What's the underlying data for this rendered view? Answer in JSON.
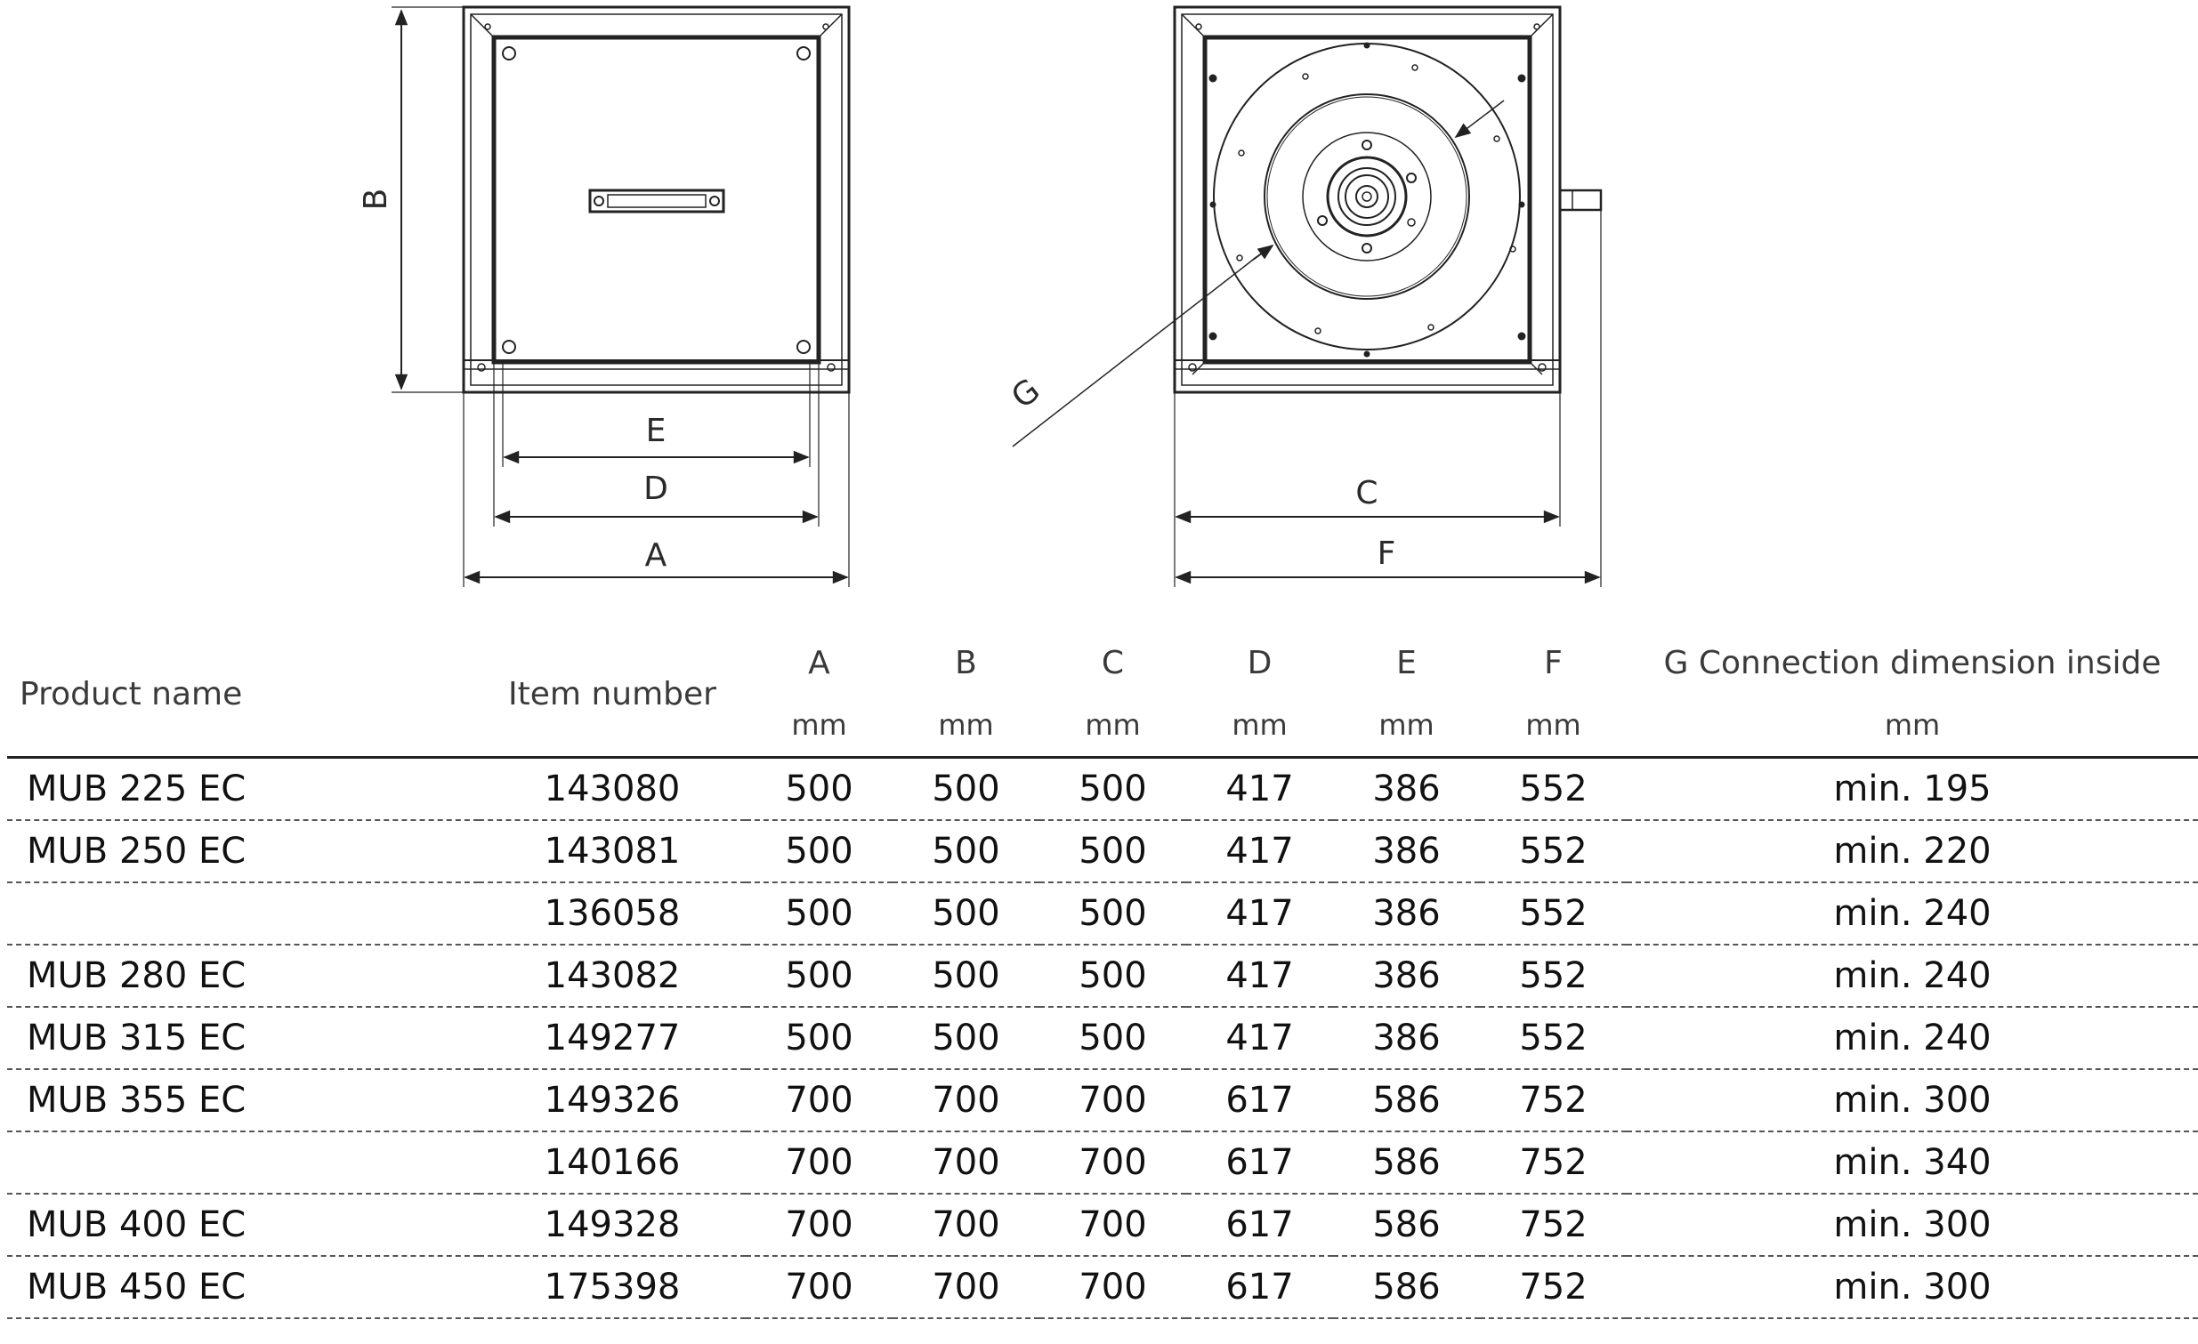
{
  "drawing": {
    "labels": {
      "A": "A",
      "B": "B",
      "C": "C",
      "D": "D",
      "E": "E",
      "F": "F",
      "G": "G"
    }
  },
  "table": {
    "headers": {
      "product_name": "Product name",
      "item_number": "Item number",
      "A": "A",
      "B": "B",
      "C": "C",
      "D": "D",
      "E": "E",
      "F": "F",
      "G": "G Connection dimension inside"
    },
    "units": {
      "A": "mm",
      "B": "mm",
      "C": "mm",
      "D": "mm",
      "E": "mm",
      "F": "mm",
      "G": "mm"
    },
    "rows": [
      {
        "product": "MUB 225 EC",
        "item": "143080",
        "A": "500",
        "B": "500",
        "C": "500",
        "D": "417",
        "E": "386",
        "F": "552",
        "G": "min. 195"
      },
      {
        "product": "MUB 250 EC",
        "item": "143081",
        "A": "500",
        "B": "500",
        "C": "500",
        "D": "417",
        "E": "386",
        "F": "552",
        "G": "min. 220"
      },
      {
        "product": "",
        "item": "136058",
        "A": "500",
        "B": "500",
        "C": "500",
        "D": "417",
        "E": "386",
        "F": "552",
        "G": "min. 240"
      },
      {
        "product": "MUB 280 EC",
        "item": "143082",
        "A": "500",
        "B": "500",
        "C": "500",
        "D": "417",
        "E": "386",
        "F": "552",
        "G": "min. 240"
      },
      {
        "product": "MUB 315 EC",
        "item": "149277",
        "A": "500",
        "B": "500",
        "C": "500",
        "D": "417",
        "E": "386",
        "F": "552",
        "G": "min. 240"
      },
      {
        "product": "MUB 355 EC",
        "item": "149326",
        "A": "700",
        "B": "700",
        "C": "700",
        "D": "617",
        "E": "586",
        "F": "752",
        "G": "min. 300"
      },
      {
        "product": "",
        "item": "140166",
        "A": "700",
        "B": "700",
        "C": "700",
        "D": "617",
        "E": "586",
        "F": "752",
        "G": "min. 340"
      },
      {
        "product": "MUB 400 EC",
        "item": "149328",
        "A": "700",
        "B": "700",
        "C": "700",
        "D": "617",
        "E": "586",
        "F": "752",
        "G": "min. 300"
      },
      {
        "product": "MUB 450 EC",
        "item": "175398",
        "A": "700",
        "B": "700",
        "C": "700",
        "D": "617",
        "E": "586",
        "F": "752",
        "G": "min. 300"
      }
    ]
  }
}
